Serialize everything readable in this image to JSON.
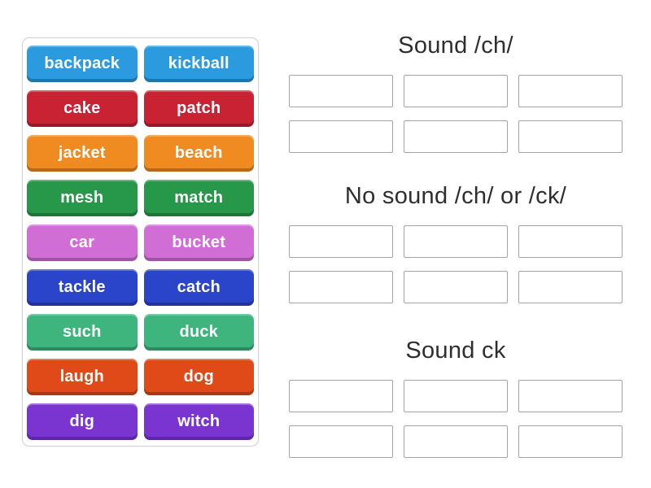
{
  "page": {
    "background": "#ffffff"
  },
  "word_bank": {
    "words": [
      {
        "label": "backpack",
        "color": "#2b9ade"
      },
      {
        "label": "kickball",
        "color": "#2b9ade"
      },
      {
        "label": "cake",
        "color": "#c92233"
      },
      {
        "label": "patch",
        "color": "#c92233"
      },
      {
        "label": "jacket",
        "color": "#f08b22"
      },
      {
        "label": "beach",
        "color": "#f08b22"
      },
      {
        "label": "mesh",
        "color": "#27984a"
      },
      {
        "label": "match",
        "color": "#27984a"
      },
      {
        "label": "car",
        "color": "#d06ed6"
      },
      {
        "label": "bucket",
        "color": "#d06ed6"
      },
      {
        "label": "tackle",
        "color": "#2a44ca"
      },
      {
        "label": "catch",
        "color": "#2a44ca"
      },
      {
        "label": "such",
        "color": "#3eb57d"
      },
      {
        "label": "duck",
        "color": "#3eb57d"
      },
      {
        "label": "laugh",
        "color": "#e04a18"
      },
      {
        "label": "dog",
        "color": "#e04a18"
      },
      {
        "label": "dig",
        "color": "#7a35d1"
      },
      {
        "label": "witch",
        "color": "#7a35d1"
      }
    ]
  },
  "groups": [
    {
      "title": "Sound /ch/",
      "slot_count": 6
    },
    {
      "title": "No sound /ch/ or /ck/",
      "slot_count": 6
    },
    {
      "title": "Sound ck",
      "slot_count": 6
    }
  ],
  "colors": {
    "slot_border": "#a3a3a3",
    "panel_border": "#d2d2d2",
    "title_text": "#2e2e2e",
    "tile_text": "#ffffff"
  }
}
